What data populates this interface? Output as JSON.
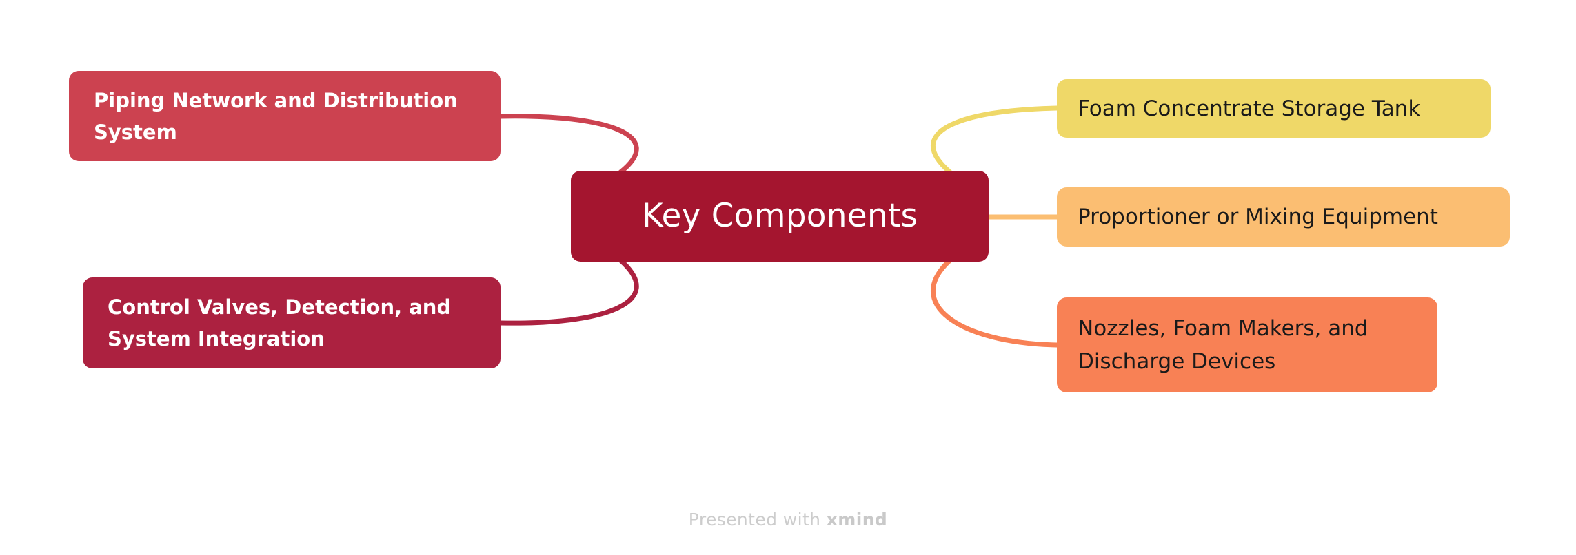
{
  "diagram": {
    "type": "mind-map",
    "central_topic": {
      "label": "Key Components",
      "color": "#A4152F",
      "text_color": "#FFFFFF"
    },
    "branches": [
      {
        "side": "left",
        "label": "Piping Network and Distribution System",
        "color": "#CC4250",
        "text_color": "#FFFFFF",
        "connector_color": "#CC4250"
      },
      {
        "side": "left",
        "label": "Control Valves, Detection, and System Integration",
        "color": "#AC2140",
        "text_color": "#FFFFFF",
        "connector_color": "#AC2140"
      },
      {
        "side": "right",
        "label": "Foam Concentrate Storage Tank",
        "color": "#EFD868",
        "text_color": "#1A1A1A",
        "connector_color": "#EFD868"
      },
      {
        "side": "right",
        "label": "Proportioner or Mixing Equipment",
        "color": "#FBBE72",
        "text_color": "#1A1A1A",
        "connector_color": "#FBBE72"
      },
      {
        "side": "right",
        "label": "Nozzles, Foam Makers, and Discharge Devices",
        "color": "#F88155",
        "text_color": "#1A1A1A",
        "connector_color": "#F88155"
      }
    ]
  },
  "footer": {
    "prefix": "Presented with ",
    "brand": "xmind"
  },
  "canvas": {
    "background": "#FFFFFF"
  }
}
